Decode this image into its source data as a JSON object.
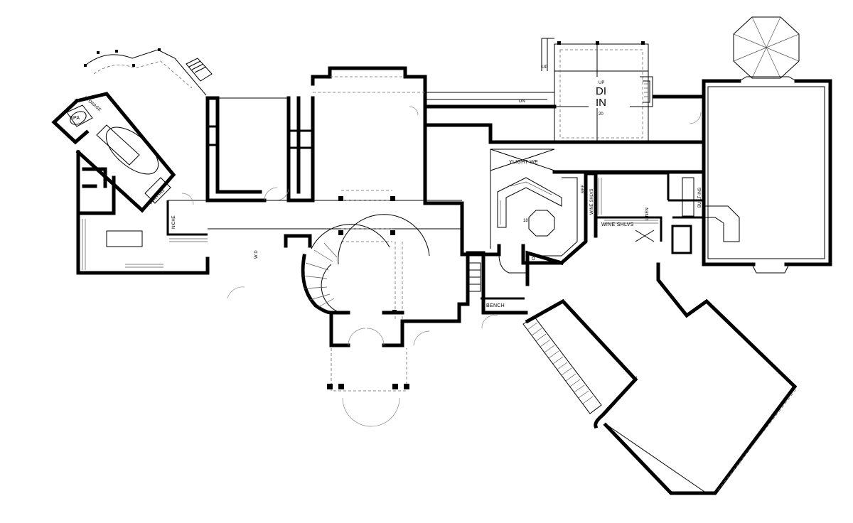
{
  "labels": {
    "spa": "SPA",
    "storage": "STORAGE",
    "builtins_left": "BUILT-INS",
    "niche": "NICHE",
    "wd": "W D",
    "skylight": "YLIGHT WE",
    "ref": "REF",
    "wine_shlvs_vertical": "WINE SHLVS",
    "wine_shlvs": "WINE SHLVS",
    "linen": "LINEN",
    "builtins_right": "BUILT-INS",
    "bench": "BENCH",
    "dn": "DN",
    "up": "UP",
    "up_small": "UP",
    "dining_fragment_top": "DI",
    "dining_fragment_bottom": "IN",
    "dim_20": "20",
    "dim_18": "18",
    "o_mark": "O"
  }
}
